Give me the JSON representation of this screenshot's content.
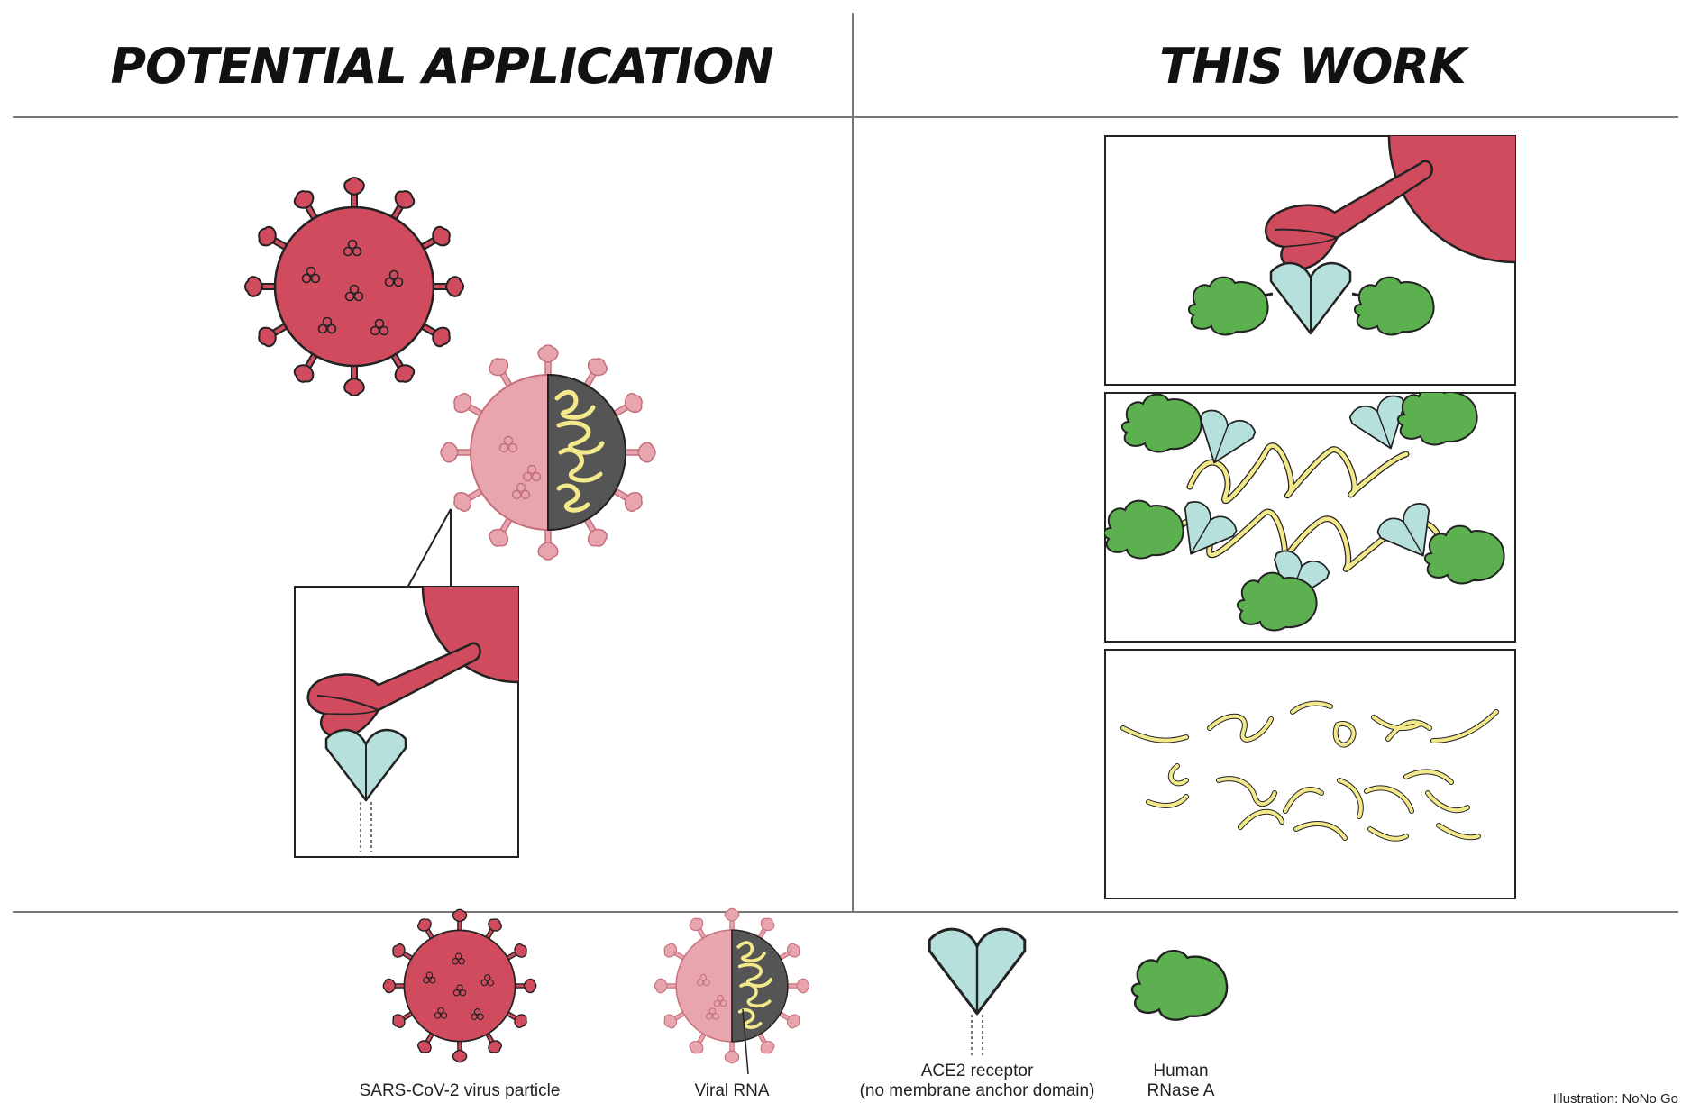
{
  "headings": {
    "left": "POTENTIAL APPLICATION",
    "right": "THIS WORK"
  },
  "legend": {
    "virus": "SARS-CoV-2 virus particle",
    "rna": "Viral RNA",
    "ace2_line1": "ACE2 receptor",
    "ace2_line2": "(no membrane anchor domain)",
    "rnase_line1": "Human",
    "rnase_line2": "RNase A"
  },
  "credit": "Illustration: NoNo Go",
  "colors": {
    "virus_red": "#d04b5e",
    "virus_pink": "#e8a5ad",
    "rna_yellow": "#f3e98a",
    "dark_core": "#555555",
    "ace2_teal": "#b6e0dc",
    "rnase_green": "#5cb04f",
    "outline": "#222222",
    "rule": "#777777"
  }
}
